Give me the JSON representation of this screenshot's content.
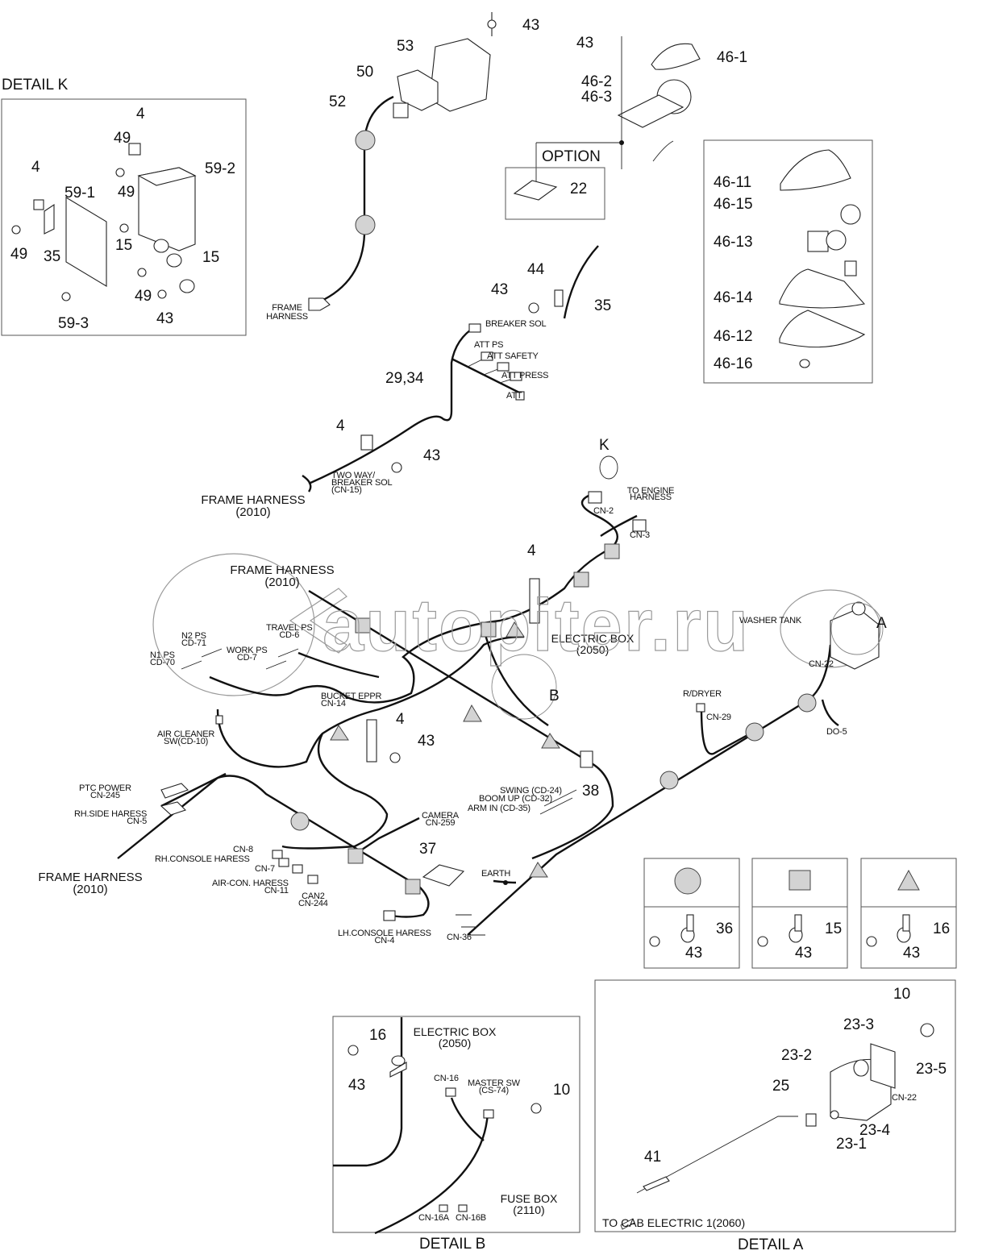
{
  "diagram": {
    "type": "exploded wiring harness parts diagram",
    "watermark": "autopiter.ru",
    "symbols_legend": [
      {
        "symbol": "circle",
        "parts": [
          "36",
          "43"
        ]
      },
      {
        "symbol": "square",
        "parts": [
          "15",
          "43"
        ]
      },
      {
        "symbol": "triangle",
        "parts": [
          "16",
          "43"
        ]
      }
    ]
  },
  "detail_k": {
    "title": "DETAIL K",
    "callouts": [
      "4",
      "49",
      "59-2",
      "4",
      "49",
      "59-1",
      "49",
      "35",
      "15",
      "15",
      "49",
      "59-3",
      "43"
    ]
  },
  "top": {
    "callouts": {
      "c43a": "43",
      "c53": "53",
      "c50": "50",
      "c52": "52",
      "c43b": "43",
      "c46_1": "46-1",
      "c46_2": "46-2",
      "c46_3": "46-3",
      "c22": "22",
      "c44": "44",
      "c43c": "43",
      "c35": "35",
      "c29_34": "29,34",
      "c4": "4",
      "c43d": "43"
    },
    "option_label": "OPTION",
    "frame_harness_small": [
      "FRAME",
      "HARNESS"
    ],
    "connectors": {
      "breaker_sol": "BREAKER SOL",
      "att_ps": "ATT  PS",
      "att_safety": "ATT SAFETY",
      "att_press": "ATT PRESS",
      "att": "ATT"
    },
    "two_way": [
      "TWO WAY/",
      "BREAKER SOL",
      "(CN-15)"
    ],
    "frame_harness_2010": [
      "FRAME HARNESS",
      "(2010)"
    ],
    "k_marker": "K"
  },
  "lamp_detail": {
    "callouts": [
      "46-11",
      "46-15",
      "46-13",
      "46-14",
      "46-12",
      "46-16"
    ]
  },
  "main": {
    "to_engine": [
      "TO ENGINE",
      "HARNESS"
    ],
    "cn2": "CN-2",
    "cn3": "CN-3",
    "c4_top": "4",
    "frame_harness_mid": [
      "FRAME HARNESS",
      "(2010)"
    ],
    "travel_ps": [
      "TRAVEL PS",
      "CD-6"
    ],
    "n2_ps": [
      "N2 PS",
      "CD-71"
    ],
    "work_ps": [
      "WORK PS",
      "CD-7"
    ],
    "n1_ps": [
      "N1 PS",
      "CD-70"
    ],
    "electric_box": [
      "ELECTRIC BOX",
      "(2050)"
    ],
    "washer_tank": "WASHER TANK",
    "a_marker": "A",
    "cn22": "CN-22",
    "b_marker": "B",
    "bucket_eppr": [
      "BUCKET EPPR",
      "CN-14"
    ],
    "c4_mid": "4",
    "c43_mid": "43",
    "air_cleaner": [
      "AIR CLEANER",
      "SW(CD-10)"
    ],
    "r_dryer": "R/DRYER",
    "cn29": "CN-29",
    "do5": "DO-5",
    "c38": "38",
    "swing": "SWING (CD-24)",
    "boom_up": "BOOM UP (CD-32)",
    "arm_in": "ARM IN (CD-35)",
    "ptc_power": [
      "PTC POWER",
      "CN-245"
    ],
    "rh_side": [
      "RH.SIDE HARESS",
      "CN-5"
    ],
    "camera": [
      "CAMERA",
      "CN-259"
    ],
    "c37": "37",
    "frame_harness_low": [
      "FRAME HARNESS",
      "(2010)"
    ],
    "cn8": "CN-8",
    "rh_console": "RH.CONSOLE HARESS",
    "cn7": "CN-7",
    "air_con": [
      "AIR-CON. HARESS",
      "CN-11"
    ],
    "can2": [
      "CAN2",
      "CN-244"
    ],
    "earth": "EARTH",
    "lh_console": [
      "LH.CONSOLE HARESS",
      "CN-4"
    ],
    "cn36": "CN-36"
  },
  "legend_boxes": [
    {
      "clamp": "36",
      "bolt": "43"
    },
    {
      "clamp": "15",
      "bolt": "43"
    },
    {
      "clamp": "16",
      "bolt": "43"
    }
  ],
  "detail_b": {
    "title": "DETAIL B",
    "c16": "16",
    "c43": "43",
    "electric_box": [
      "ELECTRIC BOX",
      "(2050)"
    ],
    "cn16": "CN-16",
    "master_sw": [
      "MASTER SW",
      "(CS-74)"
    ],
    "c10": "10",
    "fuse_box": [
      "FUSE BOX",
      "(2110)"
    ],
    "cn16a": "CN-16A",
    "cn16b": "CN-16B"
  },
  "detail_a": {
    "title": "DETAIL A",
    "c10": "10",
    "c23_3": "23-3",
    "c23_2": "23-2",
    "c23_5": "23-5",
    "c25": "25",
    "cn22": "CN-22",
    "c23_4": "23-4",
    "c23_1": "23-1",
    "c41": "41",
    "to_cab": "TO CAB ELECTRIC 1(2060)"
  }
}
